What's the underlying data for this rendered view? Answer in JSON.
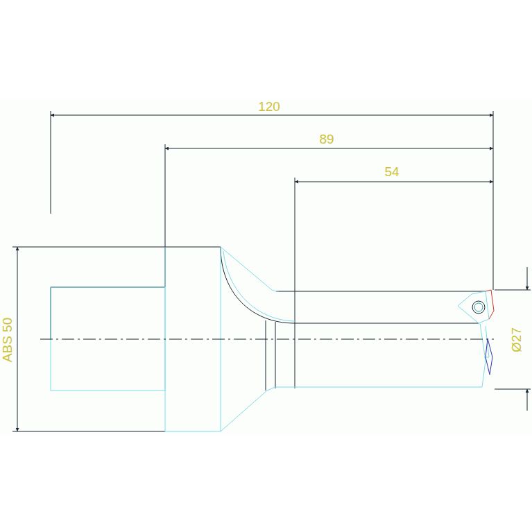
{
  "diagram": {
    "labels": [
      "120",
      "89",
      "54",
      "ABS 50",
      "Ø27"
    ]
  }
}
